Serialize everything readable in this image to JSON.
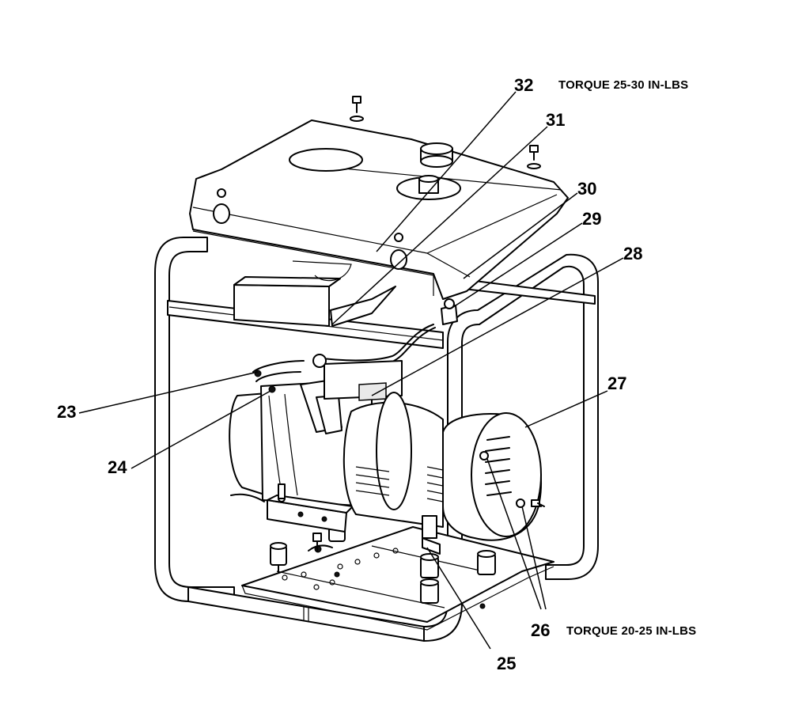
{
  "diagram": {
    "callouts": {
      "c23": "23",
      "c24": "24",
      "c25": "25",
      "c26": "26",
      "c27": "27",
      "c28": "28",
      "c29": "29",
      "c30": "30",
      "c31": "31",
      "c32": "32"
    },
    "notes": {
      "torque_top": "TORQUE 25-30 IN-LBS",
      "torque_bottom": "TORQUE 20-25 IN-LBS"
    }
  }
}
